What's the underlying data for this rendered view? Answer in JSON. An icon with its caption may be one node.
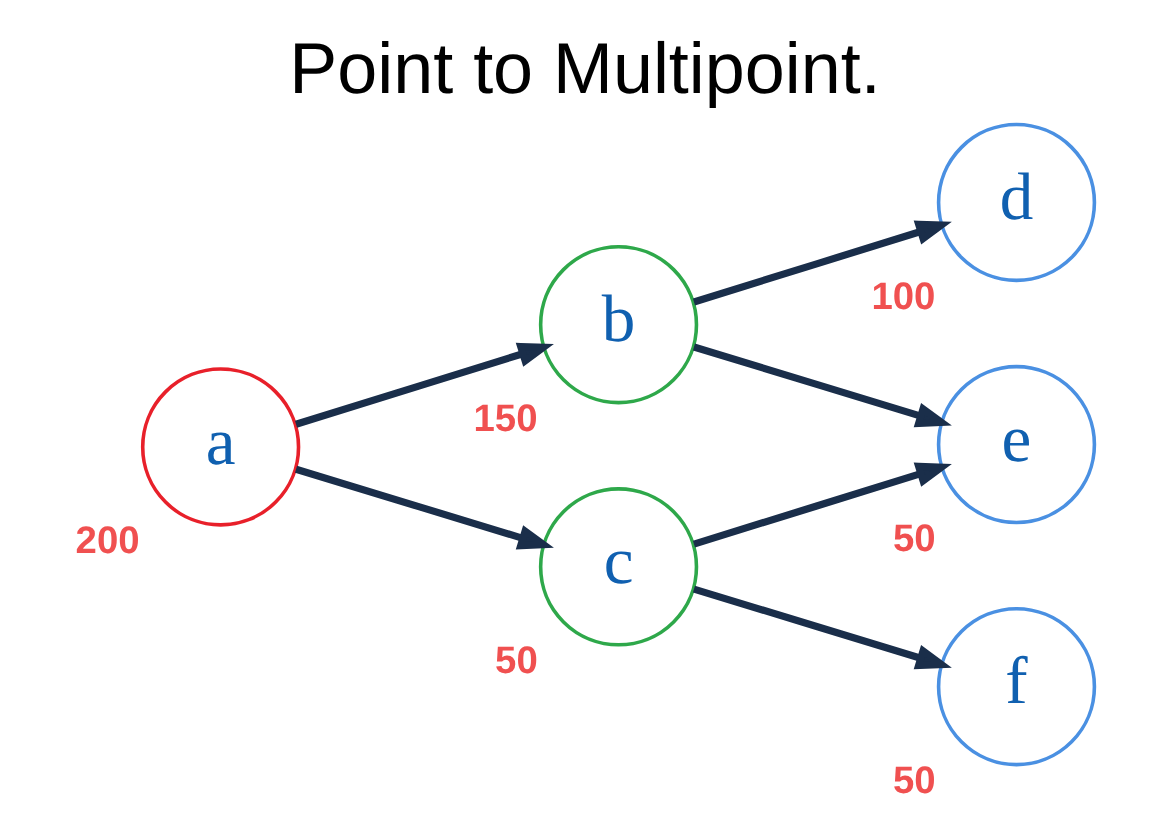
{
  "diagram": {
    "title": "Point to Multipoint.",
    "nodes": [
      {
        "text": [
          "a"
        ],
        "beside": [
          "200"
        ]
      },
      {
        "text": [
          "b"
        ],
        "beside": [
          "150"
        ]
      },
      {
        "text": [
          "c"
        ],
        "beside": [
          "50"
        ]
      },
      {
        "text": [
          "d"
        ],
        "beside": [
          "100"
        ]
      },
      {
        "text": [
          "e"
        ],
        "beside": [
          "50"
        ]
      },
      {
        "text": [
          "f"
        ],
        "beside": [
          "50"
        ]
      }
    ],
    "edges": [
      {
        "from": 0,
        "to": 1,
        "arrow": "to"
      },
      {
        "from": 0,
        "to": 2,
        "arrow": "to"
      },
      {
        "from": 1,
        "to": 3,
        "arrow": "to"
      },
      {
        "from": 1,
        "to": 4,
        "arrow": "to"
      },
      {
        "from": 2,
        "to": 4,
        "arrow": "to"
      },
      {
        "from": 2,
        "to": 5,
        "arrow": "to"
      }
    ]
  }
}
